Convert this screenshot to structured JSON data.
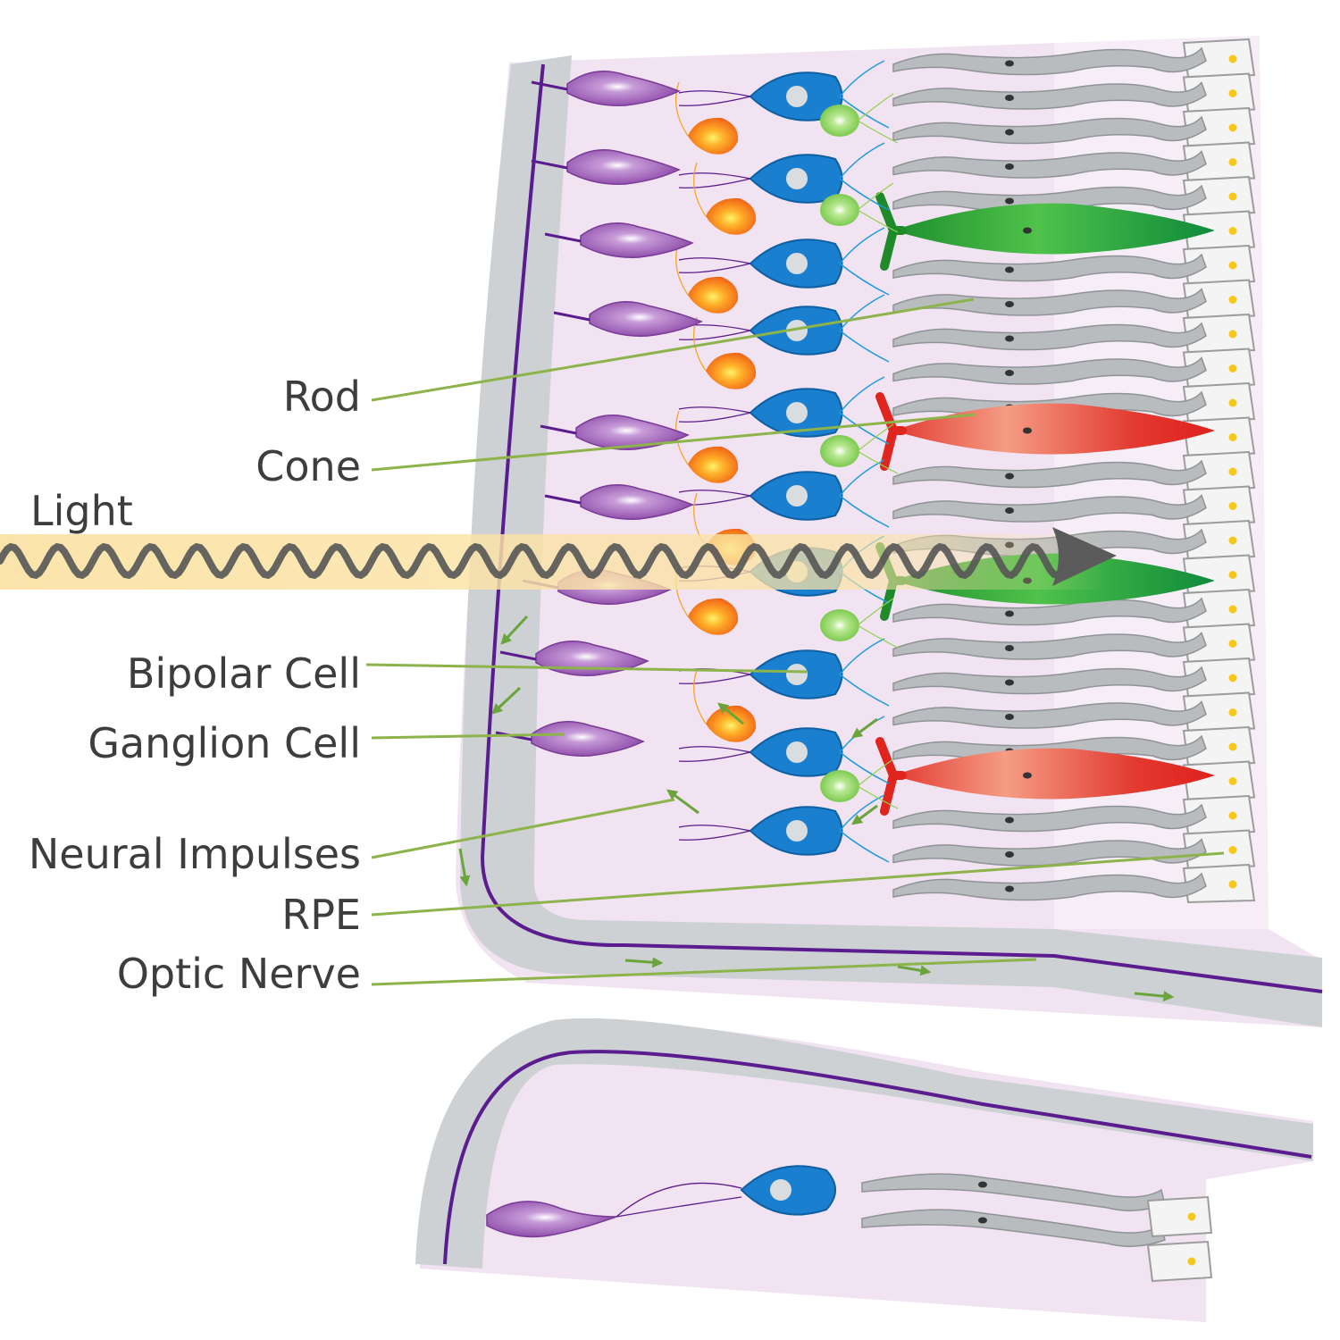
{
  "labels": {
    "light": "Light",
    "rod": "Rod",
    "cone": "Cone",
    "bipolar": "Bipolar Cell",
    "ganglion": "Ganglion Cell",
    "impulses": "Neural Impulses",
    "rpe": "RPE",
    "optic": "Optic Nerve"
  },
  "colors": {
    "background_tissue": "#f0e2f0",
    "fiber_band": "#ccd0d3",
    "axon": "#5a1c8e",
    "ganglion": "#9a5bb0",
    "bipolar": "#1b7fcf",
    "amacrine": "#f07a1f",
    "horizontal": "#8fd14f",
    "rod": "#9a9ea2",
    "cone_green": "#2f9e3d",
    "cone_red": "#e42a2a",
    "rpe": "#f3f3f3",
    "light_beam": "#fbe1a0",
    "leader_line": "#8cb44a"
  }
}
